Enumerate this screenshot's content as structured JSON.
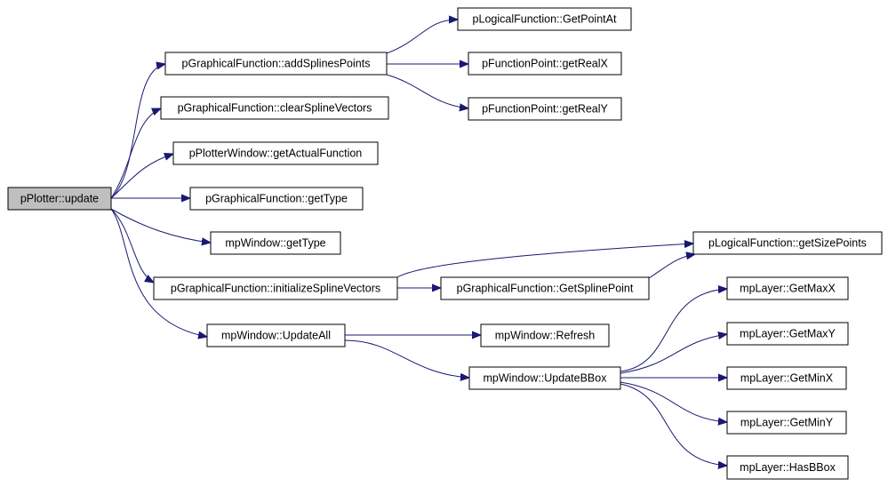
{
  "graph": {
    "colors": {
      "edge": "#191970",
      "root_fill": "#bfbfbf",
      "node_fill": "#ffffff",
      "border": "#000000"
    },
    "nodes": [
      {
        "id": "root",
        "label": "pPlotter::update"
      },
      {
        "id": "add",
        "label": "pGraphicalFunction::addSplinesPoints"
      },
      {
        "id": "clear",
        "label": "pGraphicalFunction::clearSplineVectors"
      },
      {
        "id": "actual",
        "label": "pPlotterWindow::getActualFunction"
      },
      {
        "id": "gtype",
        "label": "pGraphicalFunction::getType"
      },
      {
        "id": "mtype",
        "label": "mpWindow::getType"
      },
      {
        "id": "init",
        "label": "pGraphicalFunction::initializeSplineVectors"
      },
      {
        "id": "upall",
        "label": "mpWindow::UpdateAll"
      },
      {
        "id": "ptat",
        "label": "pLogicalFunction::GetPointAt"
      },
      {
        "id": "realx",
        "label": "pFunctionPoint::getRealX"
      },
      {
        "id": "realy",
        "label": "pFunctionPoint::getRealY"
      },
      {
        "id": "size",
        "label": "pLogicalFunction::getSizePoints"
      },
      {
        "id": "gsp",
        "label": "pGraphicalFunction::GetSplinePoint"
      },
      {
        "id": "refresh",
        "label": "mpWindow::Refresh"
      },
      {
        "id": "bbox",
        "label": "mpWindow::UpdateBBox"
      },
      {
        "id": "maxx",
        "label": "mpLayer::GetMaxX"
      },
      {
        "id": "maxy",
        "label": "mpLayer::GetMaxY"
      },
      {
        "id": "minx",
        "label": "mpLayer::GetMinX"
      },
      {
        "id": "miny",
        "label": "mpLayer::GetMinY"
      },
      {
        "id": "hasb",
        "label": "mpLayer::HasBBox"
      }
    ],
    "edges": [
      {
        "from": "root",
        "to": "add"
      },
      {
        "from": "root",
        "to": "clear"
      },
      {
        "from": "root",
        "to": "actual"
      },
      {
        "from": "root",
        "to": "gtype"
      },
      {
        "from": "root",
        "to": "mtype"
      },
      {
        "from": "root",
        "to": "init"
      },
      {
        "from": "root",
        "to": "upall"
      },
      {
        "from": "add",
        "to": "ptat"
      },
      {
        "from": "add",
        "to": "realx"
      },
      {
        "from": "add",
        "to": "realy"
      },
      {
        "from": "init",
        "to": "size"
      },
      {
        "from": "init",
        "to": "gsp"
      },
      {
        "from": "gsp",
        "to": "size"
      },
      {
        "from": "upall",
        "to": "refresh"
      },
      {
        "from": "upall",
        "to": "bbox"
      },
      {
        "from": "bbox",
        "to": "maxx"
      },
      {
        "from": "bbox",
        "to": "maxy"
      },
      {
        "from": "bbox",
        "to": "minx"
      },
      {
        "from": "bbox",
        "to": "miny"
      },
      {
        "from": "bbox",
        "to": "hasb"
      }
    ]
  }
}
